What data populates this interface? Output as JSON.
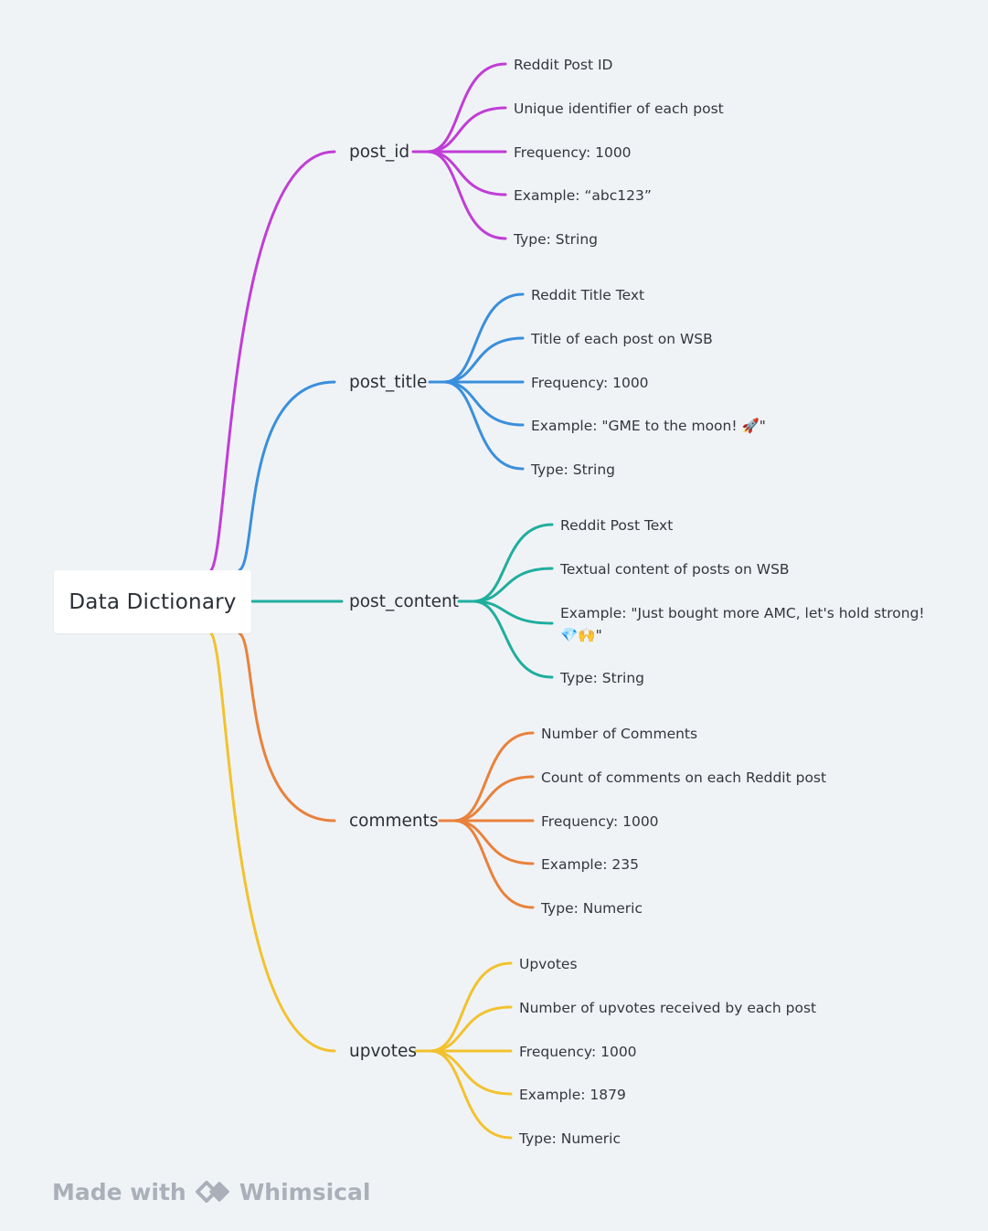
{
  "diagram": {
    "root": "Data Dictionary",
    "branches": [
      {
        "label": "post_id",
        "color": "#c03dd6",
        "leaves": [
          "Reddit Post ID",
          "Unique identifier of each post",
          "Frequency: 1000",
          "Example: “abc123”",
          "Type: String"
        ]
      },
      {
        "label": "post_title",
        "color": "#3a8fdc",
        "leaves": [
          "Reddit Title Text",
          "Title of each post on WSB",
          "Frequency: 1000",
          "Example: \"GME to the moon! 🚀\"",
          "Type: String"
        ]
      },
      {
        "label": "post_content",
        "color": "#1fae9e",
        "leaves": [
          "Reddit Post Text",
          "Textual content of posts on WSB",
          "Example: \"Just bought more AMC, let's hold strong!",
          "💎🙌\"",
          "Type: String"
        ]
      },
      {
        "label": "comments",
        "color": "#e8823c",
        "leaves": [
          "Number of Comments",
          "Count of comments on each Reddit post",
          "Frequency: 1000",
          "Example: 235",
          "Type: Numeric"
        ]
      },
      {
        "label": "upvotes",
        "color": "#f2c22e",
        "leaves": [
          "Upvotes",
          "Number of upvotes received by each post",
          "Frequency: 1000",
          "Example: 1879",
          "Type: Numeric"
        ]
      }
    ]
  },
  "footer": {
    "made_with": "Made with",
    "brand": "Whimsical",
    "logo_icon": "whimsical-logo-icon"
  }
}
